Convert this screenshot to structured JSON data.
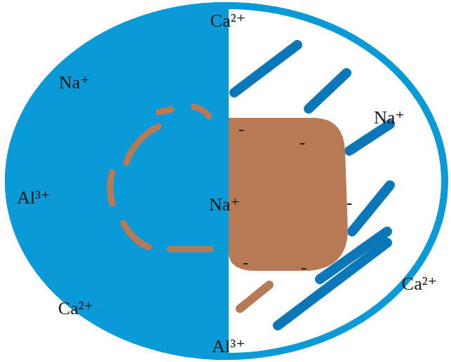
{
  "diagram": {
    "labels": [
      "Ca²⁺",
      "Na⁺",
      "Na⁺",
      "Al³⁺",
      "Na⁺",
      "Ca²⁺",
      "Ca²⁺",
      "Al³⁺",
      "-",
      "-",
      "-",
      "-",
      "-"
    ]
  }
}
